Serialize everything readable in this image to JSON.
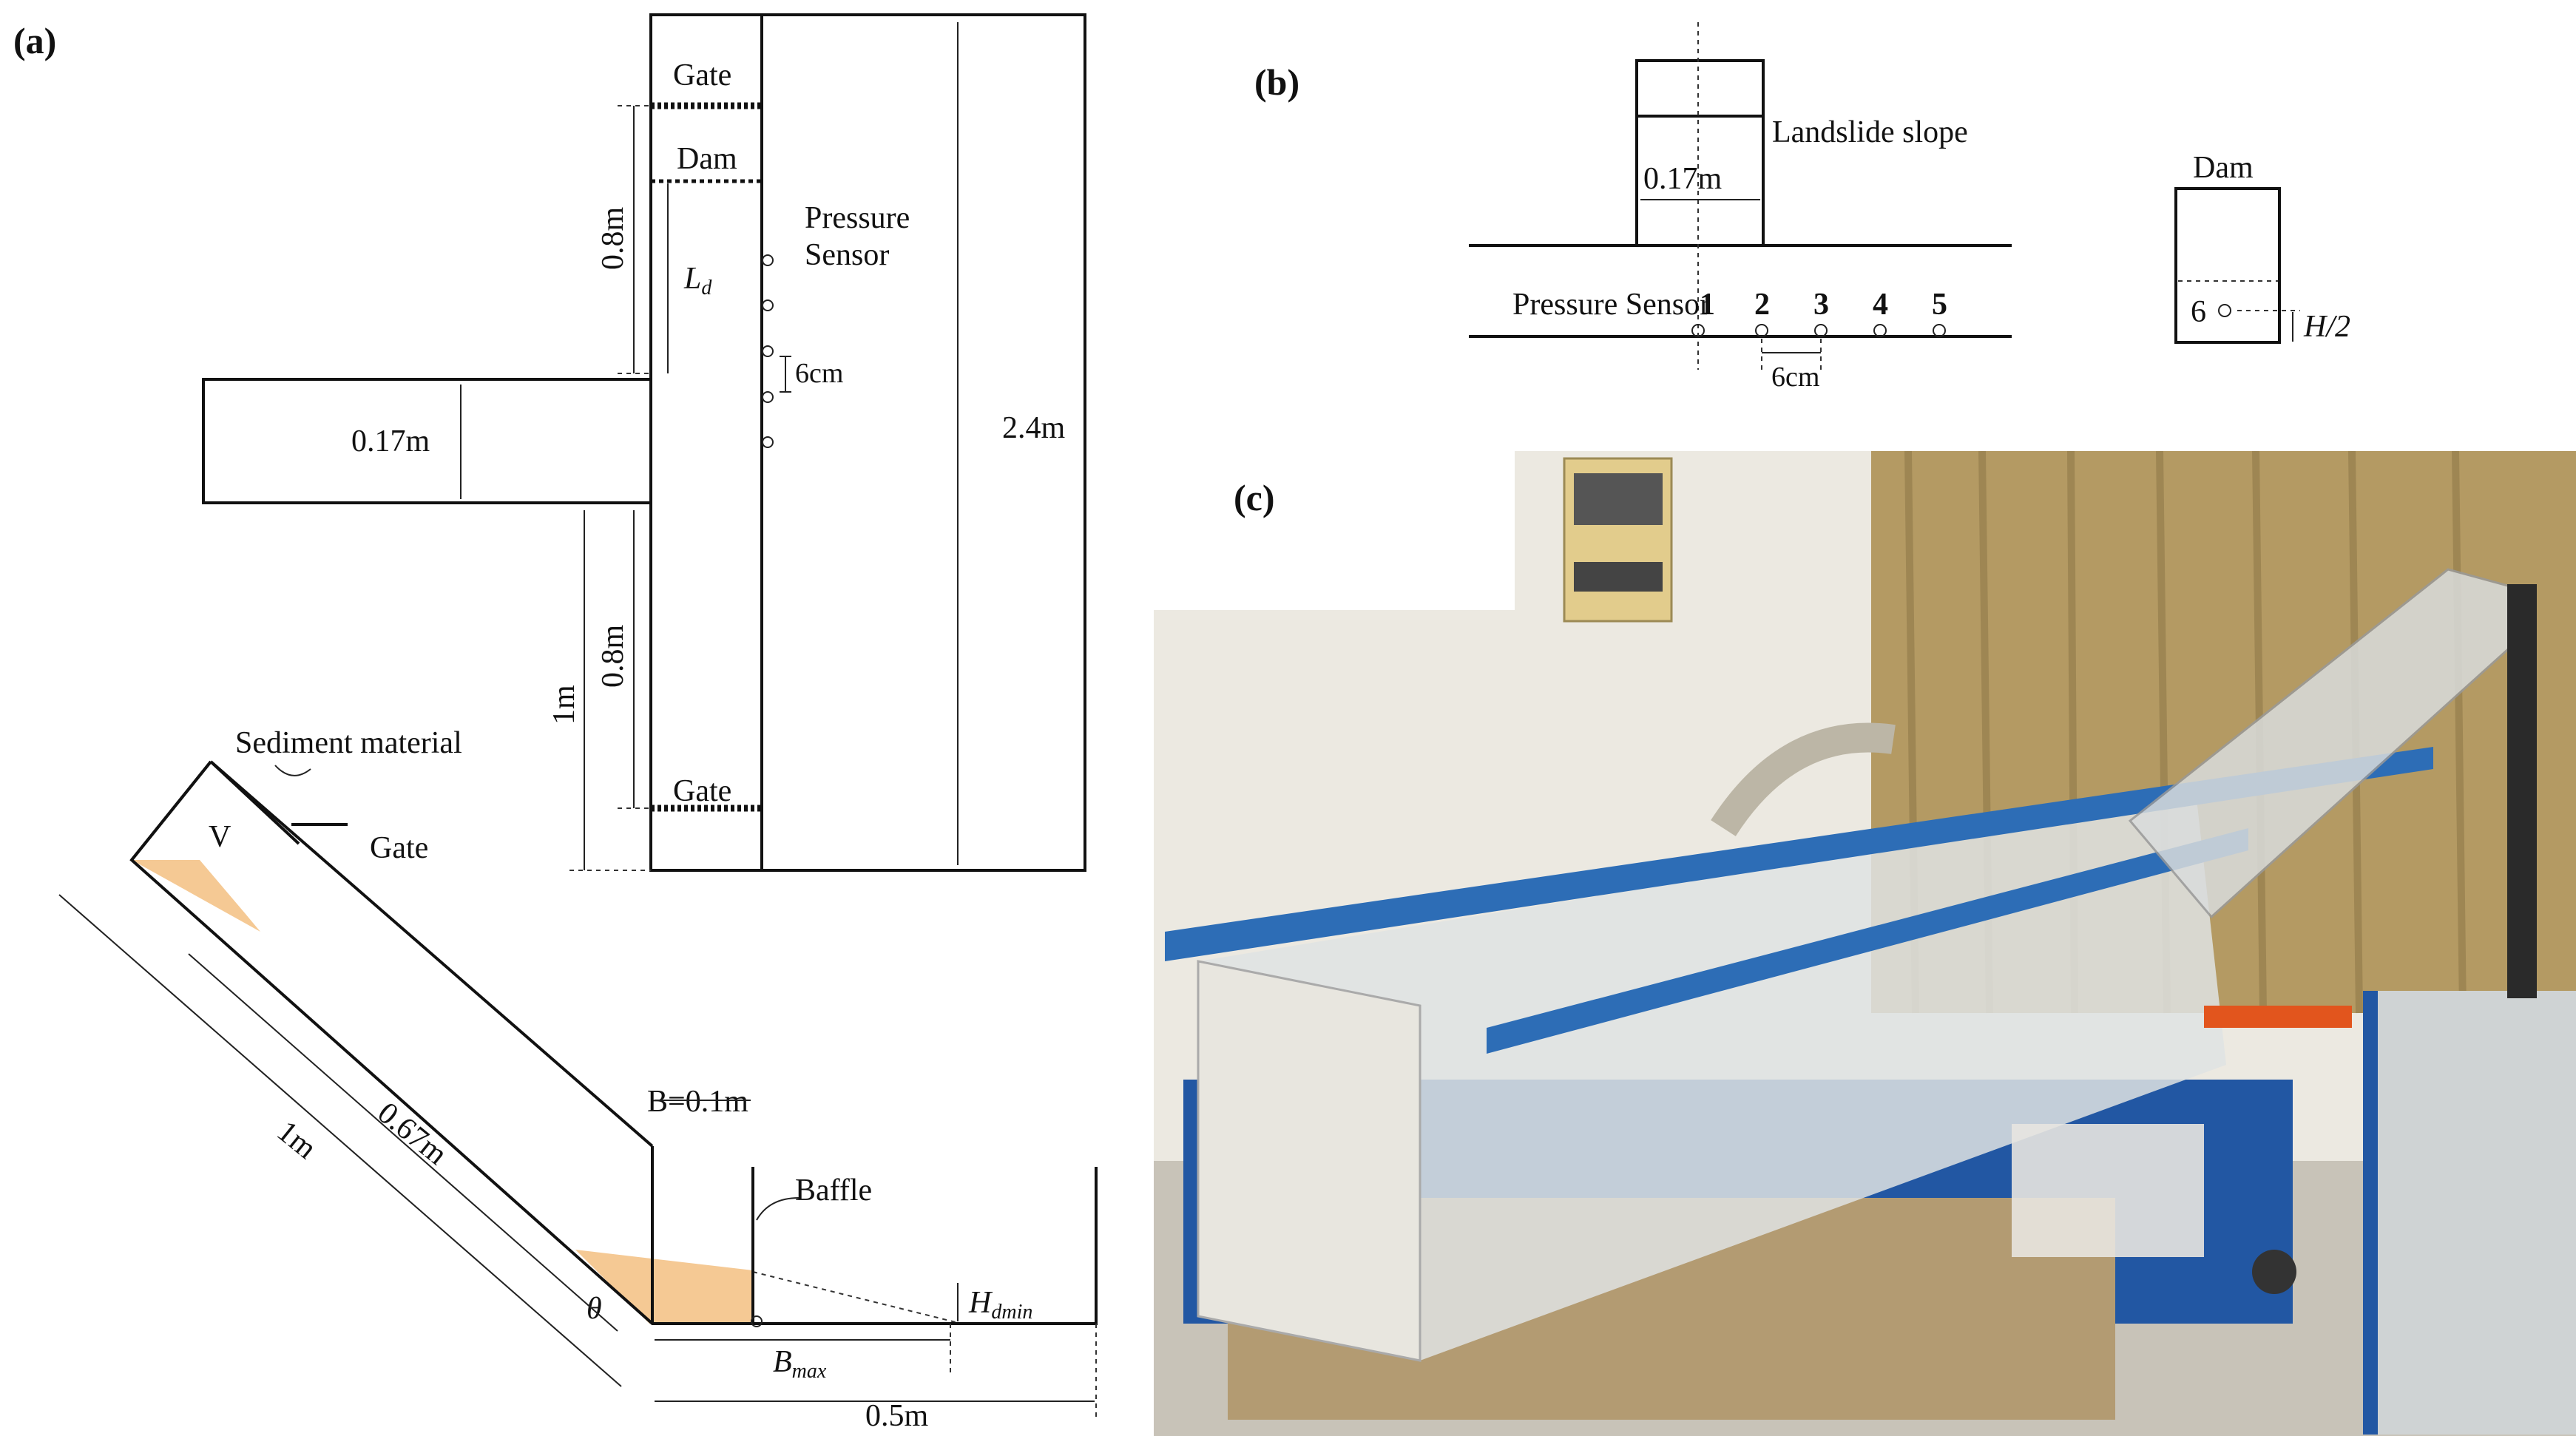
{
  "panel_a": {
    "label": "(a)",
    "plan": {
      "gate_top": "Gate",
      "dam": "Dam",
      "pressure_sensor_line1": "Pressure",
      "pressure_sensor_line2": "Sensor",
      "ld_main": "L",
      "ld_sub": "d",
      "sensor_spacing": "6cm",
      "dim_upper": "0.8m",
      "dim_lower": "0.8m",
      "dim_1m": "1m",
      "dim_total": "2.4m",
      "slope_width": "0.17m",
      "gate_bottom": "Gate"
    },
    "section": {
      "sediment_material": "Sediment material",
      "volume": "V",
      "gate": "Gate",
      "dim_1m": "1m",
      "dim_067m": "0.67m",
      "b_width": "B=0.1m",
      "baffle": "Baffle",
      "theta": "θ",
      "h_main": "H",
      "h_sub": "dmin",
      "bmax_main": "B",
      "bmax_sub": "max",
      "dim_05m": "0.5m"
    }
  },
  "panel_b": {
    "label": "(b)",
    "landslide_slope": "Landslide slope",
    "width": "0.17m",
    "pressure_sensor": "Pressure Sensor",
    "sensors": [
      "1",
      "2",
      "3",
      "4",
      "5"
    ],
    "spacing": "6cm",
    "dam": "Dam",
    "dam_sensor": "6",
    "dam_height": "H/2"
  },
  "panel_c": {
    "label": "(c)"
  },
  "colors": {
    "sediment": "#f5c994",
    "frame_blue": "#2d6db6",
    "line": "#111111"
  }
}
